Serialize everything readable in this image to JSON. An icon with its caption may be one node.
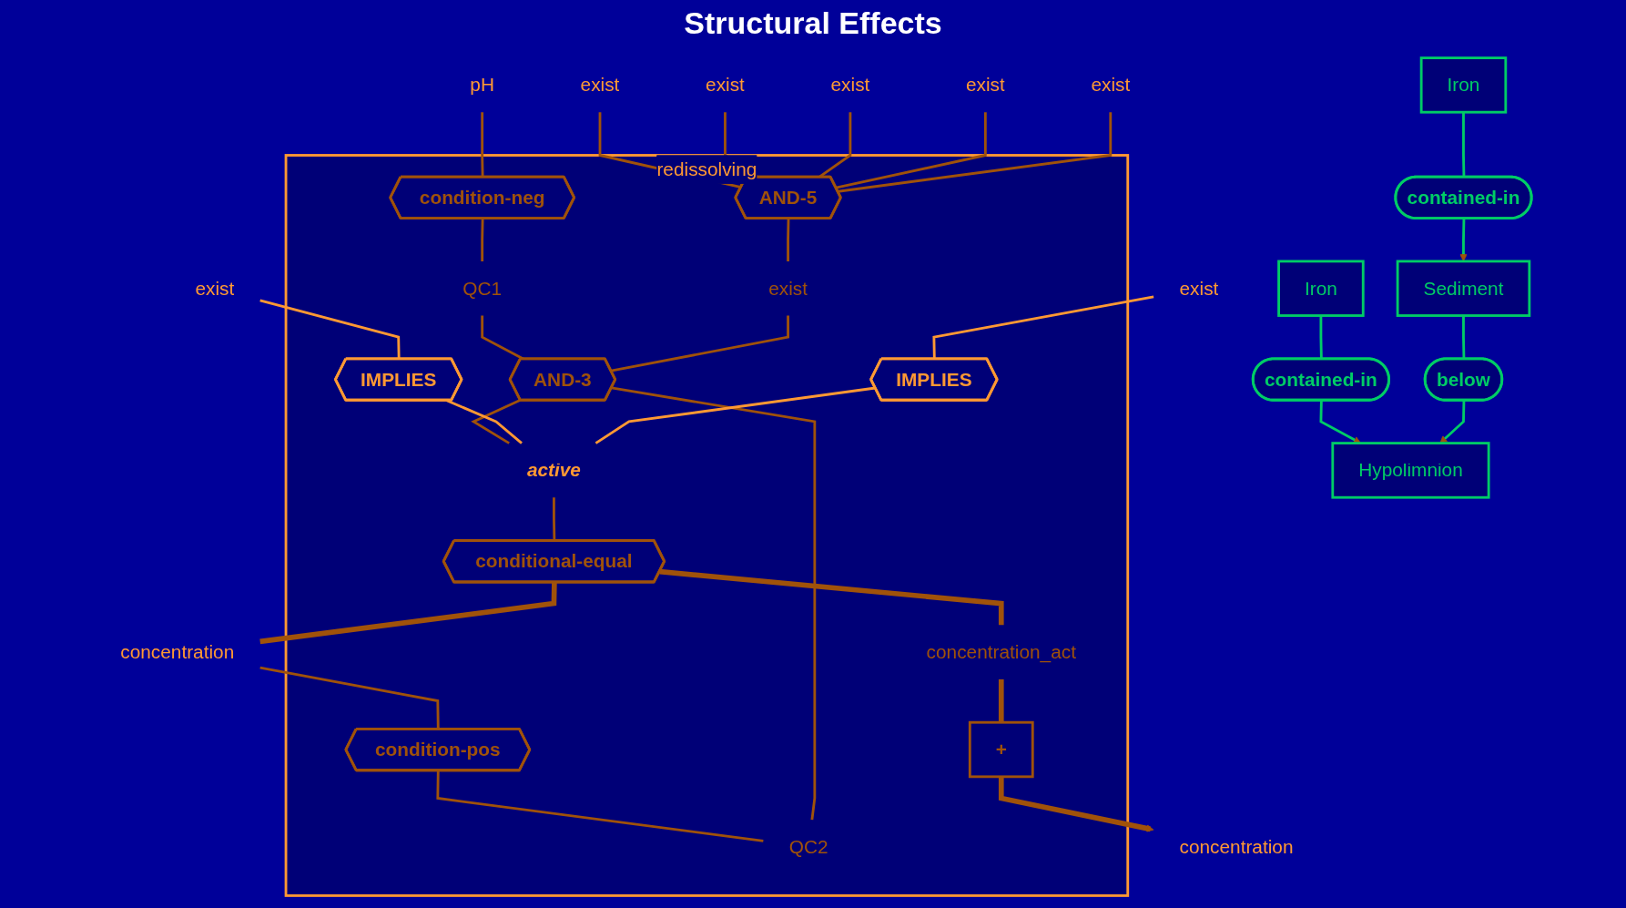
{
  "diagram": {
    "nodes": [
      {
        "text": [
          "Hypolimnion"
        ]
      },
      {
        "text": [
          "contained-in"
        ]
      },
      {
        "text": [
          "Iron"
        ]
      },
      {
        "text": [
          "exist"
        ]
      },
      {
        "text": [
          "pH"
        ]
      },
      {
        "text": [
          "exist"
        ]
      },
      {
        "text": [
          "exist"
        ]
      },
      {
        "text": [
          "concentration"
        ]
      },
      {
        "text": [
          "redissolving"
        ]
      },
      {
        "text": [
          "condition-neg"
        ],
        "in": 8
      },
      {
        "text": [
          "QC1"
        ],
        "in": 8
      },
      {
        "text": [
          "condition-pos"
        ],
        "in": 8
      },
      {
        "text": [
          "QC2"
        ],
        "in": 8
      },
      {
        "text": [
          "AND-5"
        ],
        "in": 8
      },
      {
        "text": [
          "exist"
        ],
        "in": 8
      },
      {
        "text": [
          "IMPLIES"
        ],
        "in": 8
      },
      {
        "text": [
          "IMPLIES"
        ],
        "in": 8
      },
      {
        "text": [
          "AND-3"
        ],
        "in": 8
      },
      {
        "text": [
          "active"
        ],
        "in": 8
      },
      {
        "text": [
          "+"
        ],
        "in": 8
      },
      {
        "text": [
          "concentration_act"
        ],
        "in": 8
      },
      {
        "text": [
          "conditional-equal"
        ],
        "in": 8
      },
      {
        "text": [
          "below"
        ]
      },
      {
        "text": [
          "exist"
        ]
      },
      {
        "text": [
          "exist"
        ]
      },
      {
        "text": [
          "exist"
        ]
      },
      {
        "text": [
          "exist"
        ]
      },
      {
        "text": [
          "Sediment"
        ]
      },
      {
        "text": [
          "contained-in"
        ]
      },
      {
        "text": [
          "Iron"
        ]
      },
      {
        "text": [
          "concentration"
        ]
      }
    ],
    "edges": [
      {
        "from": 2,
        "to": 1,
        "arrow": "none",
        "color": "#00cc66"
      },
      {
        "from": 1,
        "to": 0,
        "arrow": "to",
        "color": "#00cc66"
      },
      {
        "from": 27,
        "to": 22,
        "arrow": "none",
        "color": "#00cc66"
      },
      {
        "from": 22,
        "to": 0,
        "arrow": "to",
        "color": "#00cc66"
      },
      {
        "from": 29,
        "to": 28,
        "arrow": "none",
        "color": "#00cc66"
      },
      {
        "from": 28,
        "to": 27,
        "arrow": "to",
        "color": "#00cc66"
      },
      {
        "from": 4,
        "to": 9,
        "arrow": "none"
      },
      {
        "from": 9,
        "to": 10,
        "arrow": "none"
      },
      {
        "from": 11,
        "to": 12,
        "arrow": "none"
      },
      {
        "from": 13,
        "to": 14,
        "arrow": "none"
      },
      {
        "from": 10,
        "to": 17,
        "arrow": "none"
      },
      {
        "from": 12,
        "to": 17,
        "arrow": "none"
      },
      {
        "from": 14,
        "to": 17,
        "arrow": "none"
      },
      {
        "from": 17,
        "to": 18,
        "arrow": "none"
      },
      {
        "from": 5,
        "to": 15,
        "arrow": "none",
        "color": "#ff9933"
      },
      {
        "from": 6,
        "to": 16,
        "arrow": "none",
        "color": "#ff9933"
      },
      {
        "from": 15,
        "to": 18,
        "arrow": "none",
        "color": "#ff9933"
      },
      {
        "from": 16,
        "to": 18,
        "arrow": "none",
        "color": "#ff9933"
      },
      {
        "from": 18,
        "to": 21,
        "arrow": "none"
      },
      {
        "from": 3,
        "to": 13,
        "arrow": "none"
      },
      {
        "from": 23,
        "to": 13,
        "arrow": "none"
      },
      {
        "from": 24,
        "to": 13,
        "arrow": "none"
      },
      {
        "from": 25,
        "to": 13,
        "arrow": "none"
      },
      {
        "from": 26,
        "to": 13,
        "arrow": "none"
      },
      {
        "from": 30,
        "to": 11,
        "arrow": "none"
      },
      {
        "from": 21,
        "to": 30,
        "arrow": "none",
        "style": "thick"
      },
      {
        "from": 21,
        "to": 20,
        "arrow": "none",
        "style": "thick"
      },
      {
        "from": 20,
        "to": 19,
        "arrow": "none",
        "style": "thick"
      },
      {
        "from": 19,
        "to": 7,
        "arrow": "to",
        "style": "thick"
      }
    ],
    "labels": [
      "Structural Effects"
    ]
  }
}
